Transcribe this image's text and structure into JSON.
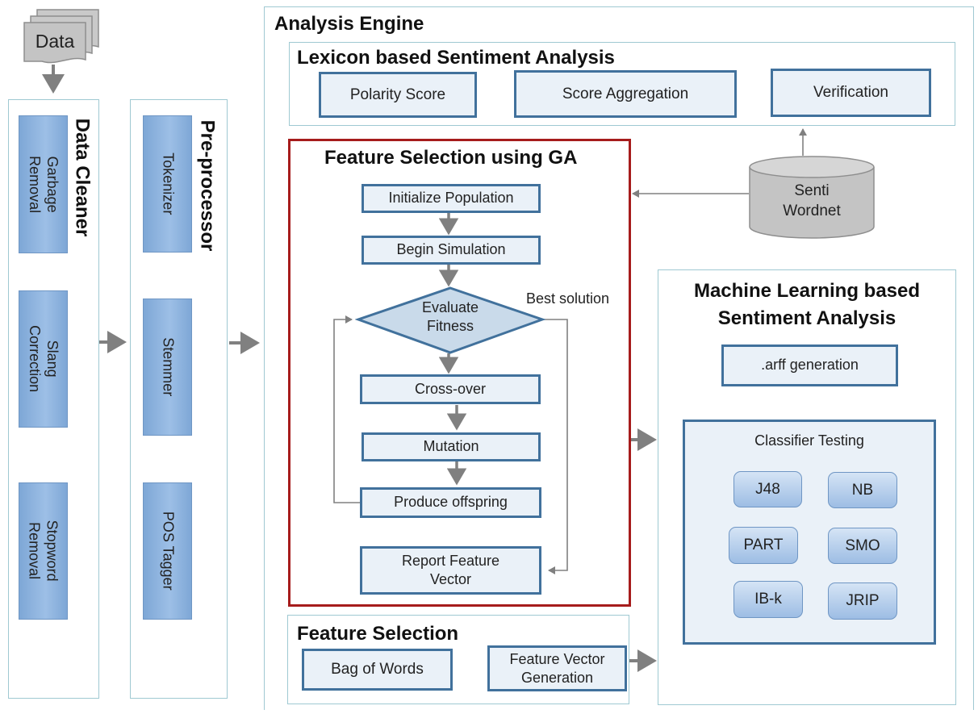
{
  "data_source": {
    "label": "Data"
  },
  "data_cleaner": {
    "title": "Data Cleaner",
    "steps": [
      "Garbage\nRemoval",
      "Slang\nCorrection",
      "Stopword\nRemoval"
    ]
  },
  "preprocessor": {
    "title": "Pre-processor",
    "steps": [
      "Tokenizer",
      "Stemmer",
      "POS Tagger"
    ]
  },
  "analysis_engine": {
    "title": "Analysis Engine"
  },
  "lexicon": {
    "title": "Lexicon based Sentiment Analysis",
    "steps": [
      "Polarity Score",
      "Score Aggregation",
      "Verification"
    ]
  },
  "sentiwordnet": {
    "label": "Senti\nWordnet"
  },
  "ga": {
    "title": "Feature Selection using GA",
    "initialize": "Initialize Population",
    "begin": "Begin Simulation",
    "evaluate": "Evaluate\nFitness",
    "best_solution": "Best solution",
    "crossover": "Cross-over",
    "mutation": "Mutation",
    "offspring": "Produce offspring",
    "report": "Report Feature\nVector"
  },
  "ml": {
    "title": "Machine Learning based\nSentiment Analysis",
    "arff": ".arff generation",
    "classifier_title": "Classifier Testing",
    "classifiers": [
      "J48",
      "NB",
      "PART",
      "SMO",
      "IB-k",
      "JRIP"
    ]
  },
  "feature_selection": {
    "title": "Feature Selection",
    "bag_of_words": "Bag of Words",
    "vector_generation": "Feature Vector\nGeneration"
  },
  "colors": {
    "box_border": "#41719c",
    "box_fill": "#eaf1f8",
    "panel_border": "#9fc9d2",
    "ga_border": "#a61c1c",
    "arrow": "#7f7f7f"
  }
}
